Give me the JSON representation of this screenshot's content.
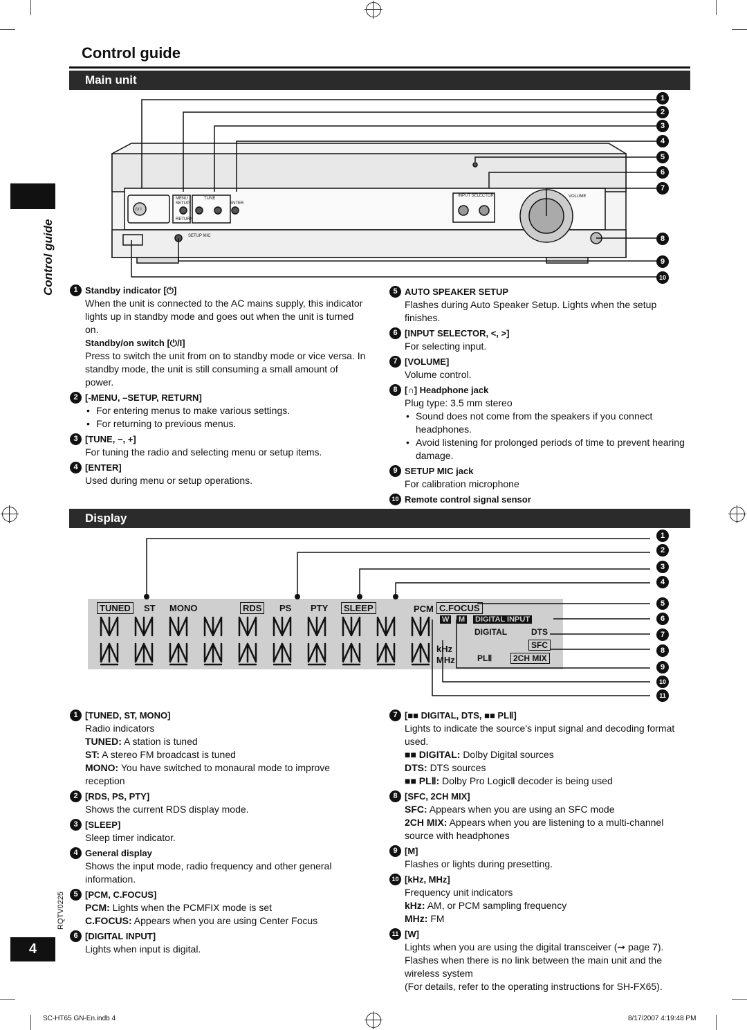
{
  "page_title": "Control guide",
  "side_label": "Control guide",
  "page_number": "4",
  "doc_code": "RQTV0225",
  "footer": {
    "left": "SC-HT65 GN-En.indb   4",
    "right": "8/17/2007   4:19:48 PM"
  },
  "main_unit": {
    "heading": "Main unit",
    "panel_labels": {
      "menu": "MENU",
      "setup": "SETUP",
      "tune": "TUNE",
      "enter": "ENTER",
      "return": "RETURN",
      "input_selector": "INPUT SELECTOR",
      "volume": "VOLUME",
      "setup_mic": "SETUP MIC",
      "standby": "⏻/ I"
    },
    "callouts": [
      "1",
      "2",
      "3",
      "4",
      "5",
      "6",
      "7",
      "8",
      "9",
      "10"
    ],
    "left_items": [
      {
        "num": "1",
        "title": "Standby indicator [⏻]",
        "lines": [
          "When the unit is connected to the AC mains supply, this indicator lights up in standby mode and goes out when the unit is turned on."
        ],
        "sub": "Standby/on switch [⏻/I]",
        "sub_lines": [
          "Press to switch the unit from on to standby mode or vice versa. In standby mode, the unit is still consuming a small amount of power."
        ]
      },
      {
        "num": "2",
        "title": "[-MENU, –SETUP, RETURN]",
        "bullets": [
          "For entering menus to make various settings.",
          "For returning to previous menus."
        ]
      },
      {
        "num": "3",
        "title": "[TUNE, −, +]",
        "lines": [
          "For tuning the radio and selecting menu or setup items."
        ]
      },
      {
        "num": "4",
        "title": "[ENTER]",
        "lines": [
          "Used during menu or setup operations."
        ]
      }
    ],
    "right_items": [
      {
        "num": "5",
        "title": "AUTO SPEAKER SETUP",
        "lines": [
          "Flashes during Auto Speaker Setup. Lights when the setup finishes."
        ]
      },
      {
        "num": "6",
        "title": "[INPUT SELECTOR, <, >]",
        "lines": [
          "For selecting input."
        ]
      },
      {
        "num": "7",
        "title": "[VOLUME]",
        "lines": [
          "Volume control."
        ]
      },
      {
        "num": "8",
        "title": "[∩] Headphone jack",
        "lines": [
          "Plug type: 3.5 mm stereo"
        ],
        "bullets": [
          "Sound does not come from the speakers if you connect headphones.",
          "Avoid listening for prolonged periods of time to prevent hearing damage."
        ]
      },
      {
        "num": "9",
        "title": "SETUP MIC jack",
        "lines": [
          "For calibration microphone"
        ]
      },
      {
        "num": "10",
        "title": "Remote control signal sensor"
      }
    ]
  },
  "display": {
    "heading": "Display",
    "indicators": {
      "tuned": "TUNED",
      "st": "ST",
      "mono": "MONO",
      "rds": "RDS",
      "ps": "PS",
      "pty": "PTY",
      "sleep": "SLEEP",
      "pcm": "PCM",
      "cfocus": "C.FOCUS",
      "w": "W",
      "m": "M",
      "digital_input": "DIGITAL  INPUT",
      "digital": "DIGITAL",
      "dts": "DTS",
      "sfc": "SFC",
      "pl2": "PLⅡ",
      "mix": "2CH MIX",
      "khz": "kHz",
      "mhz": "MHz"
    },
    "callouts": [
      "1",
      "2",
      "3",
      "4",
      "5",
      "6",
      "7",
      "8",
      "9",
      "10",
      "11"
    ],
    "left_items": [
      {
        "num": "1",
        "title": "[TUNED, ST, MONO]",
        "lines": [
          "Radio indicators"
        ],
        "defs": [
          {
            "k": "TUNED:",
            "v": "A station is tuned"
          },
          {
            "k": "ST:",
            "v": "A stereo FM broadcast is tuned"
          },
          {
            "k": "MONO:",
            "v": "You have switched to monaural mode to improve reception"
          }
        ]
      },
      {
        "num": "2",
        "title": "[RDS, PS, PTY]",
        "lines": [
          "Shows the current RDS display mode."
        ]
      },
      {
        "num": "3",
        "title": "[SLEEP]",
        "lines": [
          "Sleep timer indicator."
        ]
      },
      {
        "num": "4",
        "title": "General display",
        "lines": [
          "Shows the input mode, radio frequency and other general information."
        ]
      },
      {
        "num": "5",
        "title": "[PCM, C.FOCUS]",
        "defs": [
          {
            "k": "PCM:",
            "v": "Lights when the PCMFIX mode is set"
          },
          {
            "k": "C.FOCUS:",
            "v": "Appears when you are using Center Focus"
          }
        ]
      },
      {
        "num": "6",
        "title": "[DIGITAL INPUT]",
        "lines": [
          "Lights when input is digital."
        ]
      }
    ],
    "right_items": [
      {
        "num": "7",
        "title": "[■■ DIGITAL, DTS, ■■ PLⅡ]",
        "lines": [
          "Lights to indicate the source's input signal and decoding format used."
        ],
        "defs": [
          {
            "k": "■■ DIGITAL:",
            "v": "Dolby Digital sources"
          },
          {
            "k": "DTS:",
            "v": "DTS sources"
          },
          {
            "k": "■■ PLⅡ:",
            "v": "Dolby Pro LogicⅡ decoder is being used"
          }
        ]
      },
      {
        "num": "8",
        "title": "[SFC, 2CH MIX]",
        "defs": [
          {
            "k": "SFC:",
            "v": "Appears when you are using an SFC mode"
          },
          {
            "k": "2CH MIX:",
            "v": "Appears when you are listening to a multi-channel source with headphones"
          }
        ]
      },
      {
        "num": "9",
        "title": "[M]",
        "lines": [
          "Flashes or lights during presetting."
        ]
      },
      {
        "num": "10",
        "title": "[kHz, MHz]",
        "lines": [
          "Frequency unit indicators"
        ],
        "defs": [
          {
            "k": "kHz:",
            "v": "AM, or PCM sampling frequency"
          },
          {
            "k": "MHz:",
            "v": "FM"
          }
        ]
      },
      {
        "num": "11",
        "title": "[W]",
        "lines": [
          "Lights when you are using the digital transceiver (➞ page 7). Flashes when there is no link between the main unit and the wireless system",
          "(For details, refer to the operating instructions for SH-FX65)."
        ]
      }
    ]
  }
}
